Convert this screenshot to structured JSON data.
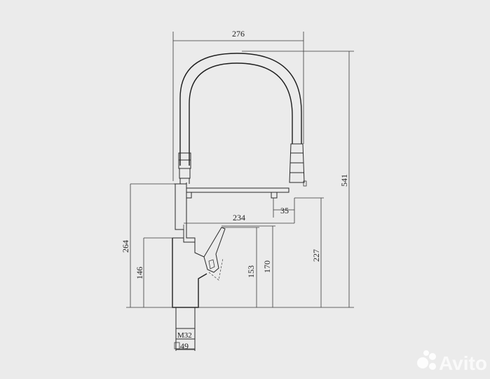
{
  "dimensions": {
    "overall_reach": "276",
    "overall_height": "541",
    "spout_reach": "234",
    "nozzle_offset": "35",
    "body_height": "264",
    "lever_height": "146",
    "lever_top": "153",
    "body_spout": "170",
    "spout_height": "227",
    "thread": "M32",
    "base_diameter": "49"
  },
  "watermark": {
    "text": "Avito"
  }
}
